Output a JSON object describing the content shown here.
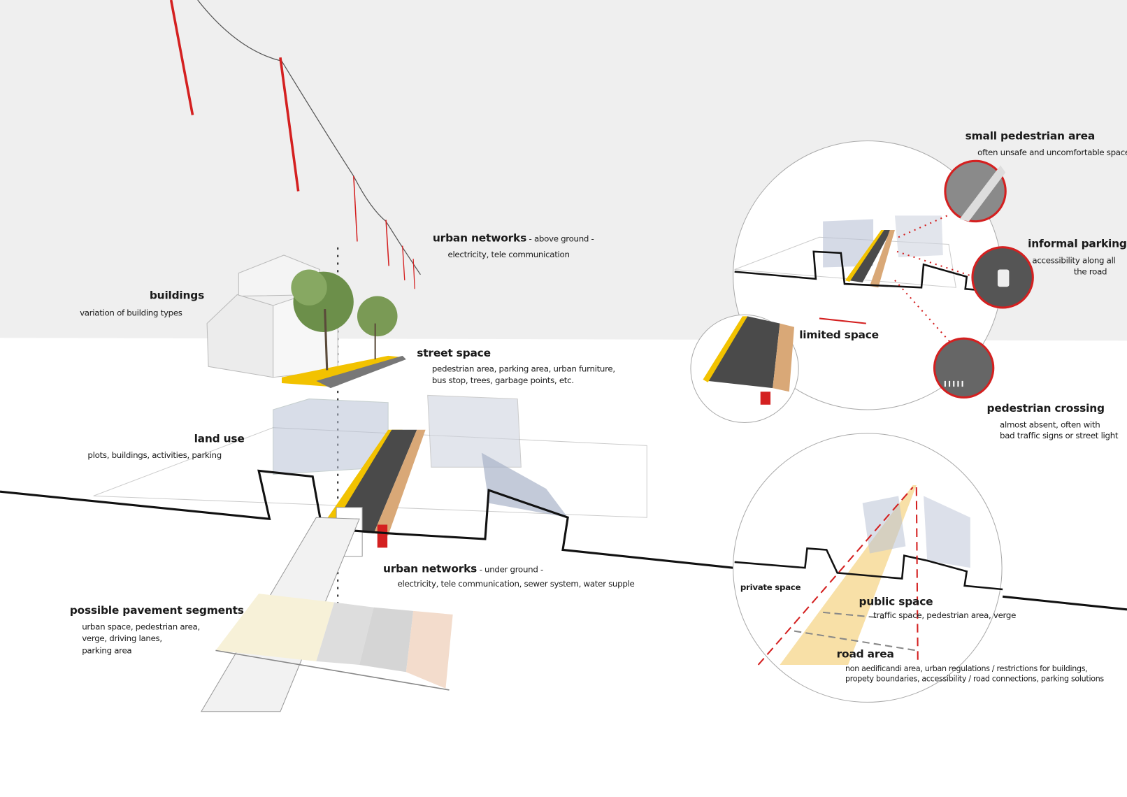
{
  "colors": {
    "sky": "#efefef",
    "ground": "#ffffff",
    "accent_red": "#d42020",
    "road": "#4a4a4a",
    "curb_yellow": "#f2c200",
    "verge": "#d9a877",
    "building_glass": "#a9b3c9"
  },
  "left": {
    "networks_above": {
      "title": "urban networks",
      "suffix": " - above ground -",
      "desc": "electricity, tele communication"
    },
    "buildings": {
      "title": "buildings",
      "desc": "variation of building types"
    },
    "street_space": {
      "title": "street space",
      "desc": [
        "pedestrian area, parking area, urban furniture,",
        "bus stop, trees, garbage points, etc."
      ]
    },
    "land_use": {
      "title": "land use",
      "desc": "plots, buildings, activities, parking"
    },
    "networks_under": {
      "title": "urban networks",
      "suffix": " - under ground -",
      "desc": "electricity, tele communication, sewer system, water supple"
    },
    "pavement": {
      "title": "possible pavement segments",
      "desc": [
        "urban space, pedestrian area,",
        "verge, driving lanes,",
        "parking area"
      ]
    }
  },
  "top_right": {
    "small_pedestrian": {
      "title": "small pedestrian area",
      "desc": "often unsafe and uncomfortable space"
    },
    "informal_parking": {
      "title": "informal parking",
      "desc": [
        "accessibility along all",
        "the road"
      ]
    },
    "limited_space": {
      "title": "limited space"
    },
    "pedestrian_crossing": {
      "title": "pedestrian crossing",
      "desc": [
        "almost absent, often with",
        "bad traffic signs or street light"
      ]
    }
  },
  "bottom_right": {
    "private_space": "private space",
    "public_space": {
      "title": "public space",
      "desc": "traffic space, pedestrian area, verge"
    },
    "road_area": {
      "title": "road area",
      "desc": [
        "non aedificandi area, urban regulations / restrictions for buildings,",
        "propety boundaries, accessibility / road connections, parking solutions"
      ]
    }
  }
}
